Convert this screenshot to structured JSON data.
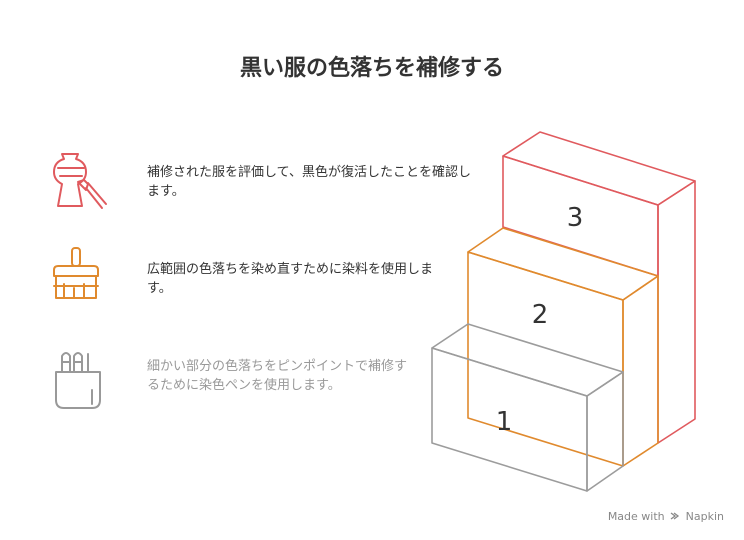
{
  "title": "黒い服の色落ちを補修する",
  "steps": [
    {
      "number": "3",
      "text": "補修された服を評価して、黒色が復活したことを確認します。",
      "icon": "vase-brush-icon",
      "color": "#E05A5E"
    },
    {
      "number": "2",
      "text": "広範囲の色落ちを染め直すために染料を使用します。",
      "icon": "paint-brush-icon",
      "color": "#E08A2E"
    },
    {
      "number": "1",
      "text": "細かい部分の色落ちをピンポイントで補修するために染色ペンを使用します。",
      "icon": "pen-pocket-icon",
      "color": "#999999"
    }
  ],
  "footer": {
    "made_with": "Made with",
    "brand": "Napkin"
  }
}
